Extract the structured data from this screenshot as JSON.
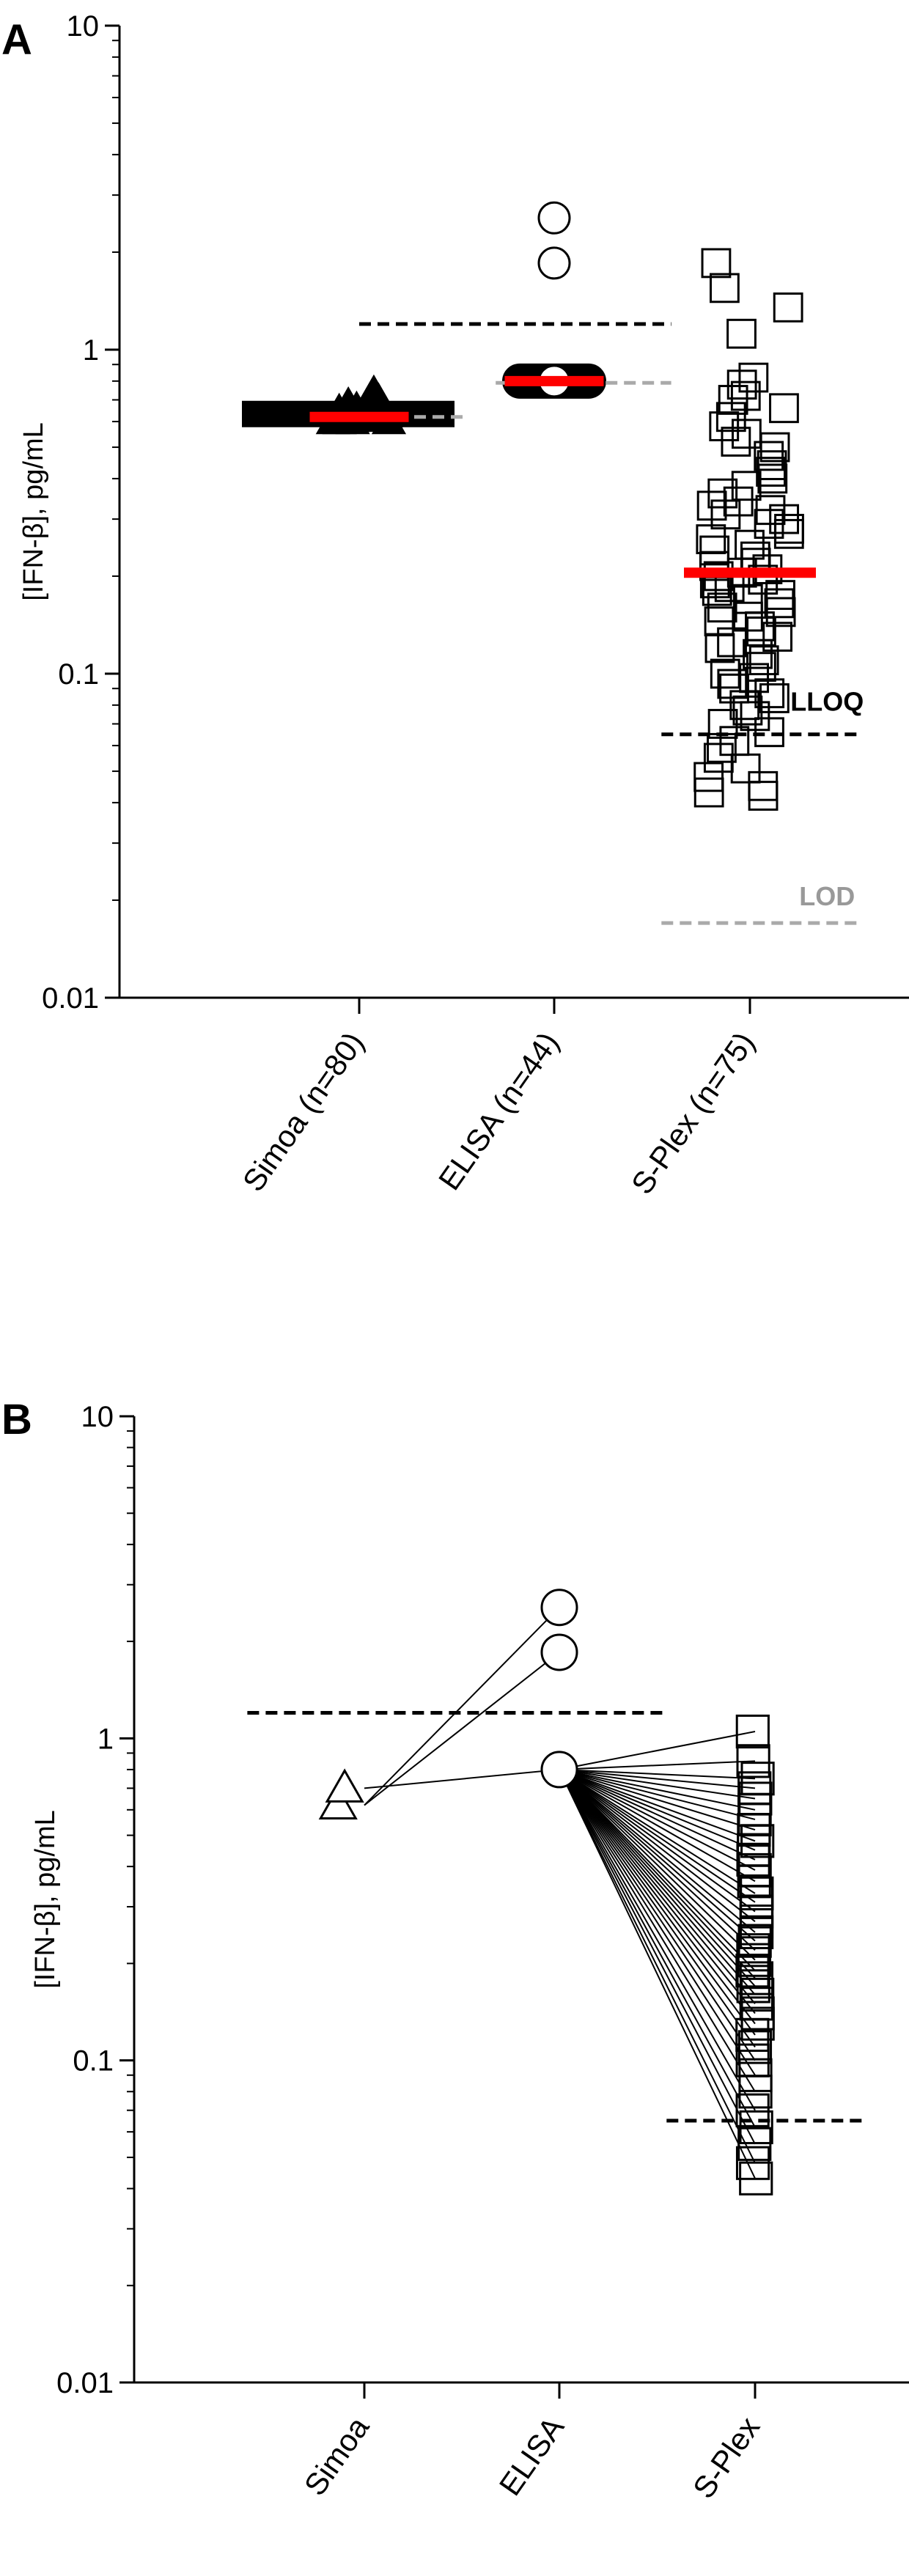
{
  "chart_data": [
    {
      "panel": "A",
      "type": "scatter",
      "ylabel": "[IFN-β], pg/mL",
      "yscale": "log",
      "ylim": [
        0.01,
        10
      ],
      "yticks": [
        "0.01",
        "0.1",
        "1",
        "10"
      ],
      "categories": [
        "Simoa (n=80)",
        "ELISA (n=44)",
        "S-Plex (n=75)"
      ],
      "series": [
        {
          "category": "Simoa (n=80)",
          "marker": "triangle",
          "values": [
            0.6,
            0.6,
            0.6,
            0.6,
            0.61,
            0.61,
            0.62,
            0.62,
            0.63,
            0.64,
            0.65,
            0.66,
            0.68,
            0.7,
            0.74
          ]
        },
        {
          "category": "ELISA (n=44)",
          "marker": "circle",
          "values": [
            0.8,
            0.8,
            0.8,
            0.8,
            0.8,
            0.8,
            0.8,
            0.8,
            0.8,
            0.8,
            0.8,
            0.8,
            1.85,
            2.55
          ]
        },
        {
          "category": "S-Plex (n=75)",
          "marker": "square",
          "values": [
            1.85,
            1.55,
            1.35,
            1.12,
            0.82,
            0.78,
            0.72,
            0.7,
            0.66,
            0.62,
            0.58,
            0.55,
            0.52,
            0.5,
            0.47,
            0.44,
            0.42,
            0.4,
            0.38,
            0.36,
            0.34,
            0.33,
            0.32,
            0.31,
            0.3,
            0.29,
            0.28,
            0.27,
            0.26,
            0.25,
            0.24,
            0.23,
            0.22,
            0.215,
            0.21,
            0.205,
            0.2,
            0.195,
            0.19,
            0.185,
            0.18,
            0.175,
            0.17,
            0.165,
            0.16,
            0.155,
            0.15,
            0.145,
            0.14,
            0.135,
            0.13,
            0.125,
            0.12,
            0.115,
            0.11,
            0.105,
            0.1,
            0.097,
            0.093,
            0.09,
            0.087,
            0.084,
            0.08,
            0.077,
            0.074,
            0.07,
            0.066,
            0.062,
            0.059,
            0.055,
            0.051,
            0.048,
            0.045,
            0.043,
            0.042
          ]
        }
      ],
      "medians": [
        0.62,
        0.8,
        0.205
      ],
      "median_color": "#ff0000",
      "reference_lines": [
        {
          "value": 1.2,
          "from": 0,
          "to": 1.6,
          "color": "#000000",
          "style": "dashed",
          "label": ""
        },
        {
          "value": 0.62,
          "from": 0,
          "to": 0.55,
          "color": "#aaaaaa",
          "style": "dashed",
          "label": ""
        },
        {
          "value": 0.79,
          "from": 0.7,
          "to": 1.6,
          "color": "#aaaaaa",
          "style": "dashed",
          "label": ""
        },
        {
          "value": 0.065,
          "from": 1.55,
          "to": 2.55,
          "color": "#000000",
          "style": "dashed",
          "label": "LLOQ"
        },
        {
          "value": 0.017,
          "from": 1.55,
          "to": 2.55,
          "color": "#aaaaaa",
          "style": "dashed",
          "label": "LOD"
        }
      ]
    },
    {
      "panel": "B",
      "type": "scatter",
      "ylabel": "[IFN-β], pg/mL",
      "yscale": "log",
      "ylim": [
        0.01,
        10
      ],
      "yticks": [
        "0.01",
        "0.1",
        "1",
        "10"
      ],
      "categories": [
        "Simoa",
        "ELISA",
        "S-Plex"
      ],
      "series": [
        {
          "category": "Simoa",
          "marker": "triangle",
          "values": [
            0.62,
            0.7
          ]
        },
        {
          "category": "ELISA",
          "marker": "circle",
          "values": [
            0.8,
            1.85,
            2.55
          ]
        },
        {
          "category": "S-Plex",
          "marker": "square",
          "values": [
            1.05,
            0.85,
            0.75,
            0.7,
            0.65,
            0.6,
            0.56,
            0.52,
            0.48,
            0.45,
            0.42,
            0.39,
            0.36,
            0.33,
            0.31,
            0.29,
            0.27,
            0.25,
            0.235,
            0.22,
            0.205,
            0.19,
            0.18,
            0.17,
            0.16,
            0.15,
            0.14,
            0.13,
            0.12,
            0.11,
            0.1,
            0.09,
            0.08,
            0.07,
            0.062,
            0.055,
            0.048,
            0.043
          ]
        }
      ],
      "pairs": [
        {
          "from": [
            0,
            0.62
          ],
          "to": [
            1,
            2.55
          ]
        },
        {
          "from": [
            0,
            0.62
          ],
          "to": [
            1,
            1.85
          ]
        },
        {
          "from": [
            0,
            0.7
          ],
          "to": [
            1,
            0.8
          ]
        },
        {
          "from": [
            1,
            0.8
          ],
          "to": [
            2,
            [
              1.05,
              0.85,
              0.75,
              0.7,
              0.65,
              0.6,
              0.56,
              0.52,
              0.48,
              0.45,
              0.42,
              0.39,
              0.36,
              0.33,
              0.31,
              0.29,
              0.27,
              0.25,
              0.235,
              0.22,
              0.205,
              0.19,
              0.18,
              0.17,
              0.16,
              0.15,
              0.14,
              0.13,
              0.12,
              0.11,
              0.1,
              0.09,
              0.08,
              0.07,
              0.062,
              0.055,
              0.048,
              0.043
            ]
          ]
        }
      ],
      "reference_lines": [
        {
          "value": 1.2,
          "from": -0.6,
          "to": 1.55,
          "color": "#000000",
          "style": "dashed",
          "label": ""
        },
        {
          "value": 0.065,
          "from": 1.55,
          "to": 2.55,
          "color": "#000000",
          "style": "dashed",
          "label": ""
        }
      ]
    }
  ]
}
